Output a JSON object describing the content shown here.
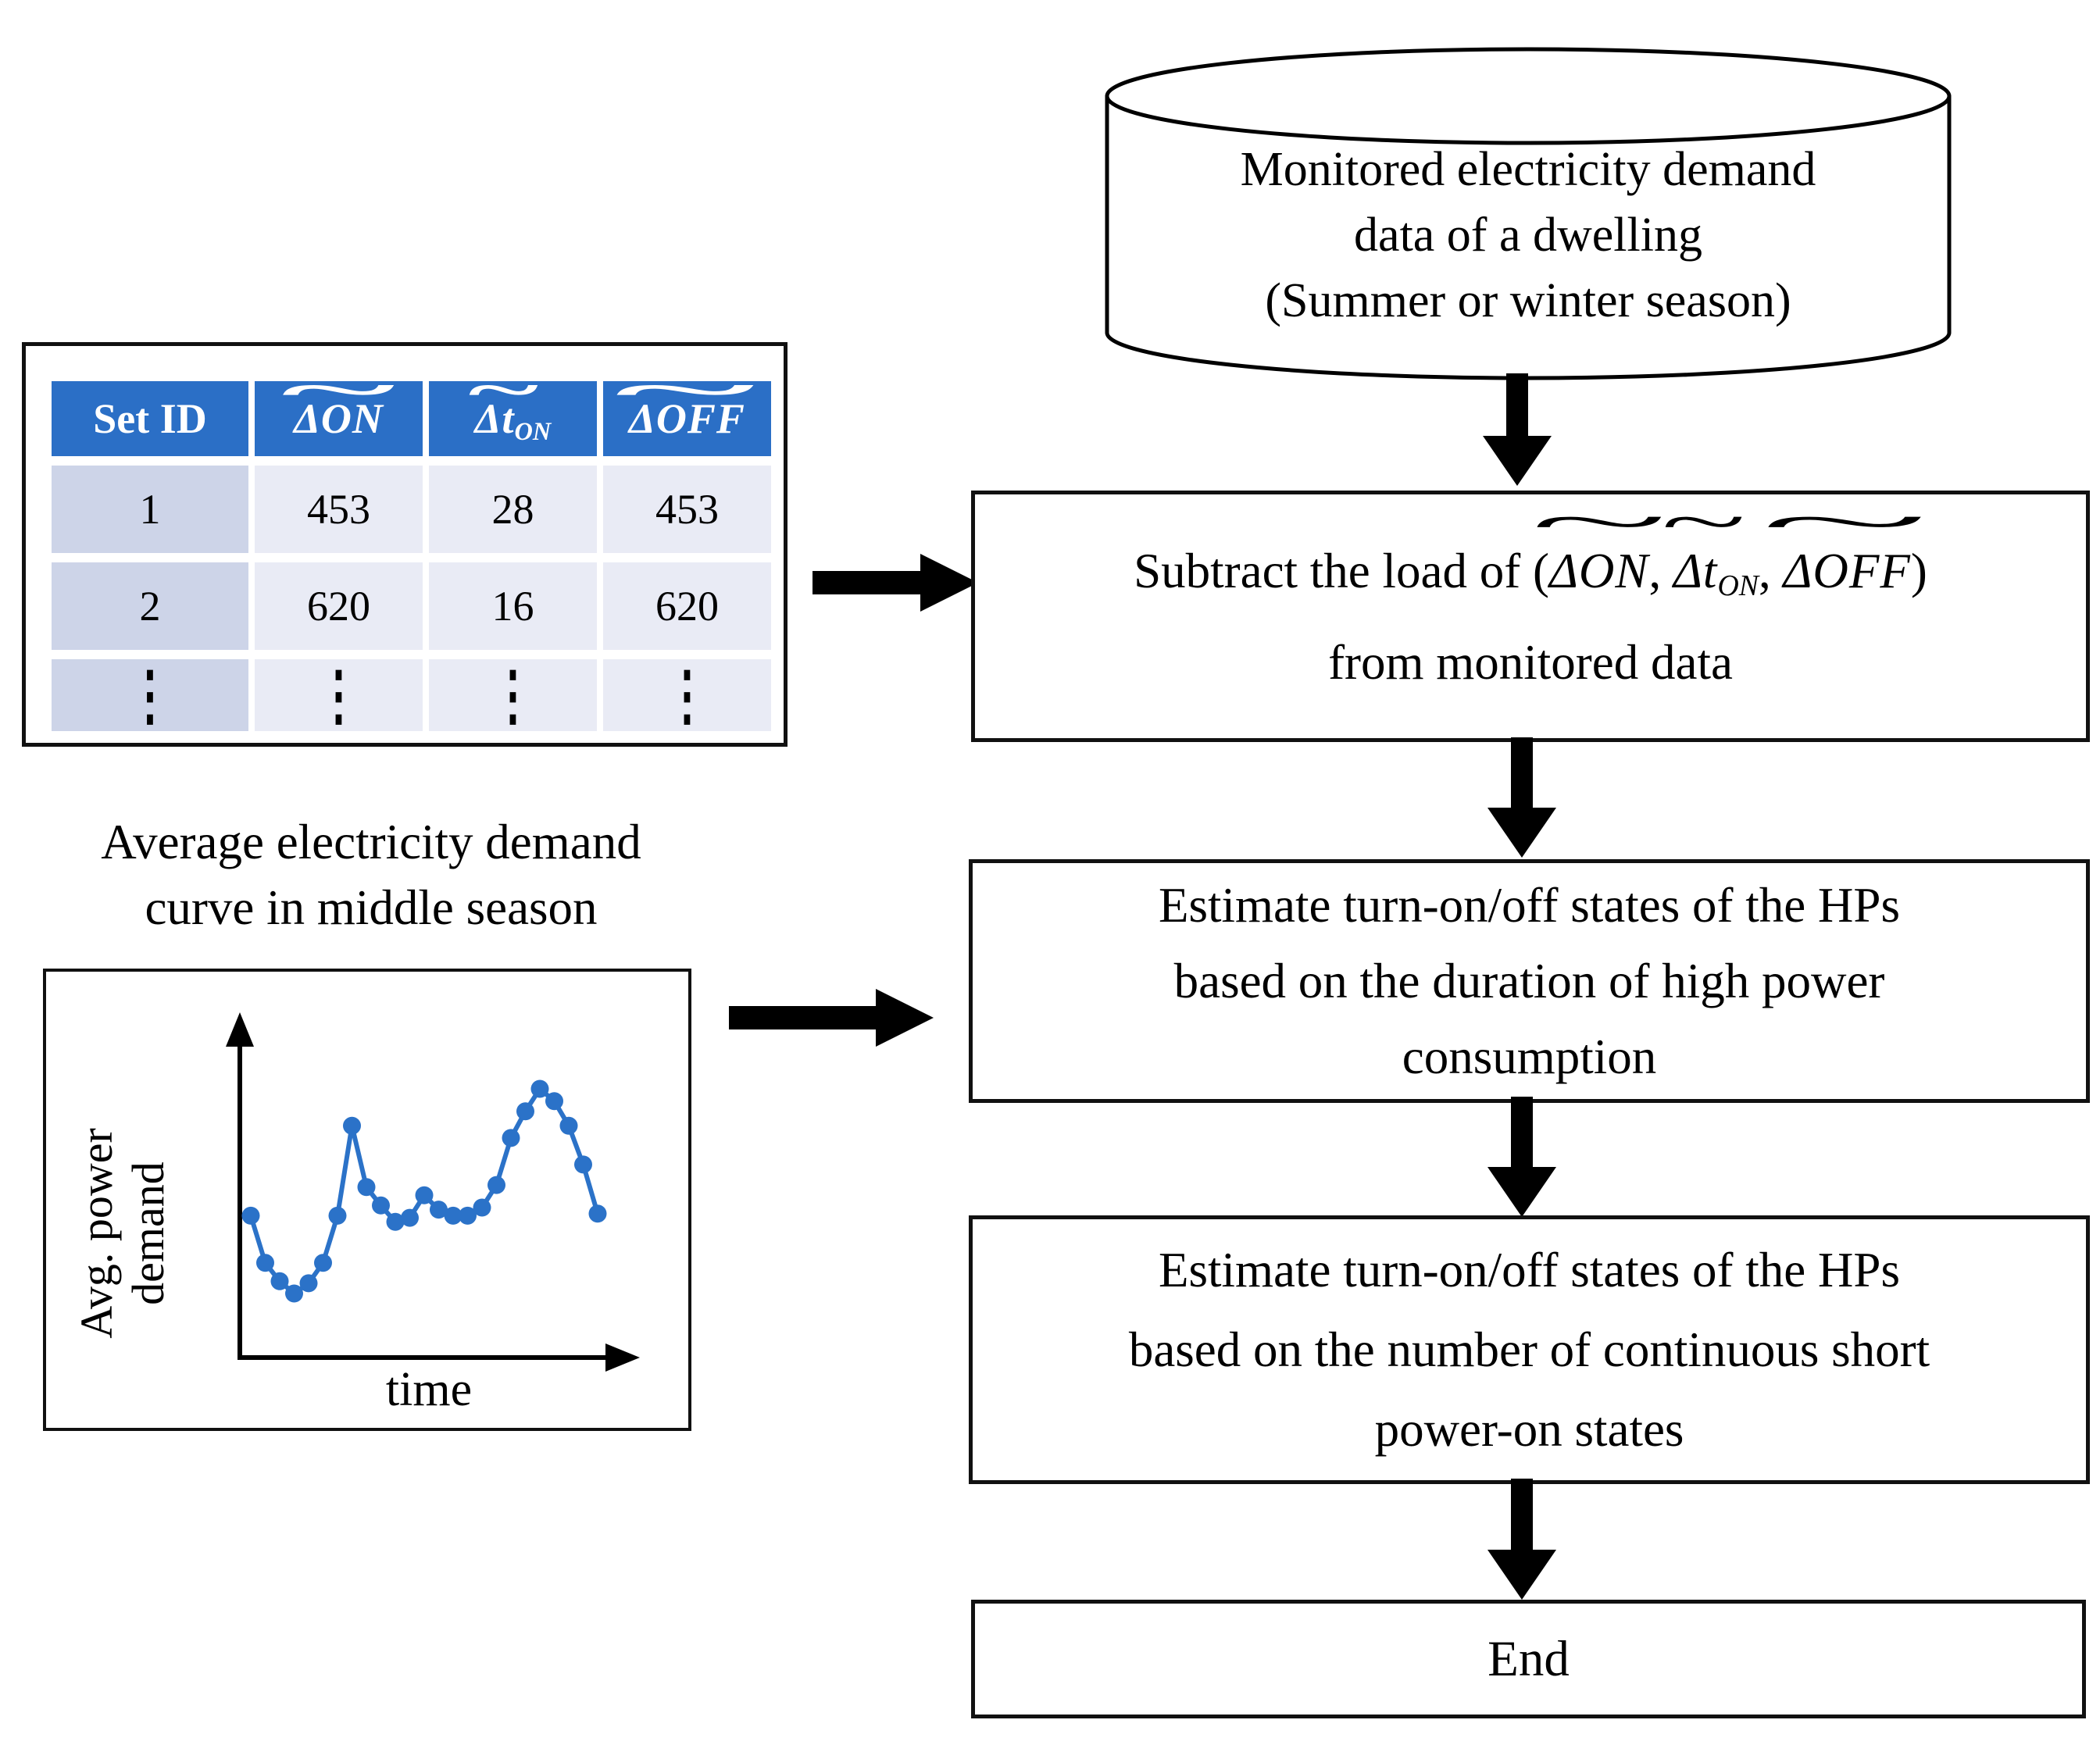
{
  "colors": {
    "table_header_blue": "#2B6FC6",
    "id_cell_fill": "#CDD4E8",
    "data_cell_fill": "#E9EBF5",
    "curve_blue": "#2B72C8",
    "ink": "#000000"
  },
  "glyphs": {
    "wide_tilde": "~",
    "vertical_ellipsis": "⋮"
  },
  "cylinder": {
    "lines": [
      "Monitored electricity demand",
      "data of a dwelling",
      "(Summer or winter season)"
    ]
  },
  "table": {
    "headers": [
      {
        "text": "Set ID"
      },
      {
        "main": "ΔON",
        "sub": ""
      },
      {
        "main": "Δt",
        "sub": "ON"
      },
      {
        "main": "ΔOFF",
        "sub": ""
      }
    ],
    "rows": [
      [
        "1",
        "453",
        "28",
        "453"
      ],
      [
        "2",
        "620",
        "16",
        "620"
      ]
    ]
  },
  "left_panel": {
    "title_line1": "Average electricity demand",
    "title_line2": "curve in middle season"
  },
  "chart_data": {
    "type": "line",
    "title": "Average electricity demand curve in middle season",
    "xlabel": "time",
    "ylabel": "Avg. power demand",
    "ylabel_lines": [
      "Avg. power",
      "demand"
    ],
    "x": [
      0,
      1,
      2,
      3,
      4,
      5,
      6,
      7,
      8,
      9,
      10,
      11,
      12,
      13,
      14,
      15,
      16,
      17,
      18,
      19,
      20,
      21,
      22,
      23,
      24
    ],
    "values": [
      38,
      15,
      6,
      0,
      5,
      15,
      38,
      82,
      52,
      43,
      35,
      37,
      48,
      41,
      38,
      38,
      42,
      53,
      76,
      89,
      100,
      94,
      82,
      63,
      39
    ],
    "ylim": [
      0,
      100
    ],
    "grid": false,
    "legend": "none",
    "marker": "circle"
  },
  "flow": {
    "subtract": {
      "prefix": "Subtract the load of (",
      "m1_main": "ΔON",
      "m1_sub": "",
      "comma1": ", ",
      "m2_main": "Δt",
      "m2_sub": "ON",
      "comma2": ", ",
      "m3_main": "ΔOFF",
      "m3_sub": "",
      "close": ")",
      "line2": "from monitored data"
    },
    "estimate_duration": {
      "lines": [
        "Estimate turn-on/off states of the HPs",
        "based on the duration of high power",
        "consumption"
      ]
    },
    "estimate_short": {
      "lines": [
        "Estimate turn-on/off states of the HPs",
        "based on the number of continuous short",
        "power-on states"
      ]
    },
    "end_label": "End"
  }
}
